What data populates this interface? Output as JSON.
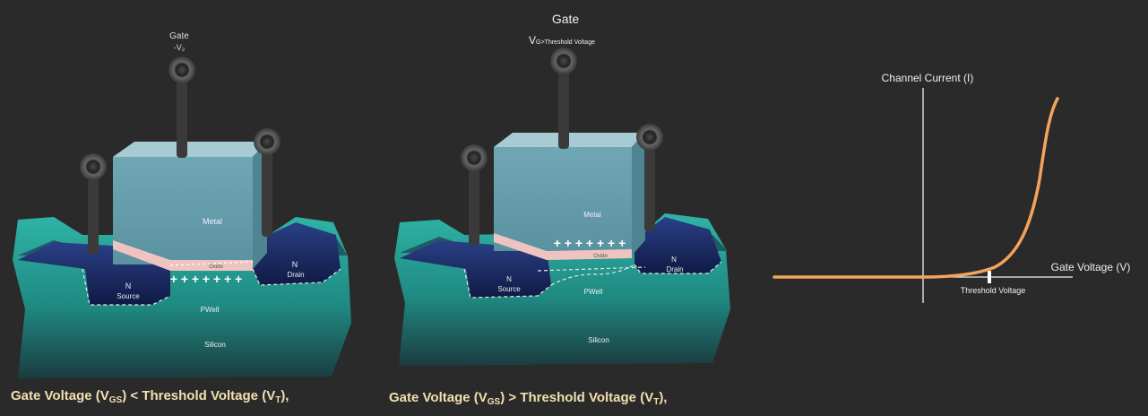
{
  "diagram_left": {
    "gate_label": "Gate",
    "gate_sub_label": "-V₂",
    "metal_label": "Metal",
    "oxide_label": "Oxide",
    "source_n": "N",
    "source_label": "Source",
    "drain_n": "N",
    "drain_label": "Drain",
    "pwell_label": "PWell",
    "silicon_label": "Silicon",
    "charges": "+ + + + + + +"
  },
  "diagram_right": {
    "gate_label": "Gate",
    "gate_sub_main": "V",
    "gate_sub_rest": "G>Threshold Voltage",
    "metal_label": "Metal",
    "oxide_label": "Oxide",
    "source_n": "N",
    "source_label": "Source",
    "drain_n": "N",
    "drain_label": "Drain",
    "pwell_label": "PWell",
    "silicon_label": "Silicon",
    "charges": "+ + + + + + +"
  },
  "graph": {
    "y_axis_label": "Channel Current (I)",
    "x_axis_label": "Gate Voltage (V)",
    "threshold_label": "Threshold Voltage",
    "curve_color": "#f3a45a"
  },
  "captions": {
    "left": {
      "pre": "Gate Voltage (V",
      "sub1": "GS",
      "mid": ") < Threshold Voltage (V",
      "sub2": "T",
      "post": "),"
    },
    "right": {
      "pre": "Gate Voltage (V",
      "sub1": "GS",
      "mid": ") > Threshold Voltage (V",
      "sub2": "T",
      "post": "),"
    }
  },
  "colors": {
    "background": "#2a2a2a",
    "metal": "#7eb2bf",
    "oxide": "#efc4c0",
    "n_region": "#1c2d63",
    "silicon": "#2aa39a",
    "caption": "#f3dfb0"
  }
}
